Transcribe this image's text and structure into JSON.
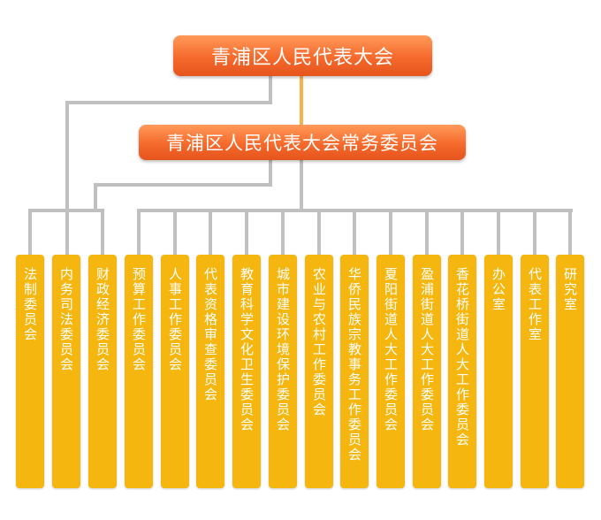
{
  "chart": {
    "top_title": "青浦区人民代表大会",
    "standing_title": "青浦区人民代表大会常务委员会",
    "left_committees": [
      "法制委员会",
      "内务司法委员会",
      "财政经济委员会"
    ],
    "right_committees": [
      "预算工作委员会",
      "人事工作委员会",
      "代表资格审查委员会",
      "教育科学文化卫生委员会",
      "城市建设环境保护委员会",
      "农业与农村工作委员会",
      "华侨民族宗教事务工作委员会",
      "夏阳街道人大工作委员会",
      "盈浦街道人大工作委员会",
      "香花桥街道人大工作委员会",
      "办公室",
      "代表工作室",
      "研究室"
    ]
  },
  "colors": {
    "header_fill": "#f56a2c",
    "committee_fill": "#f5b70f",
    "connector_gray": "#c0c0c0",
    "connector_orange": "#f8b24a"
  }
}
